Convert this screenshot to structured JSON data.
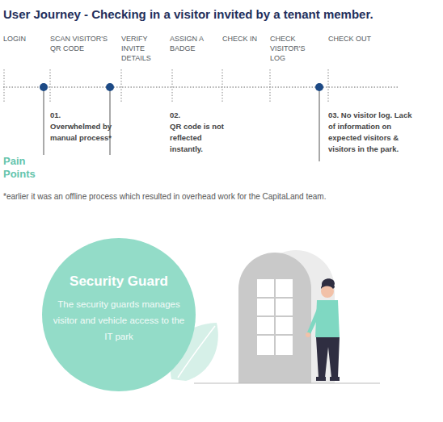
{
  "diagram": {
    "title": "User Journey - Checking in a visitor invited by a tenant member.",
    "nodes": [
      {
        "text": [
          "Security Guard",
          "The security guards manages visitor and vehicle access to the IT park"
        ]
      }
    ],
    "labels": [
      "LOGIN",
      "SCAN VISITOR'S QR CODE",
      "VERIFY INVITE DETAILS",
      "ASSIGN A BADGE",
      "CHECK IN",
      "CHECK VISITOR'S LOG",
      "CHECK OUT",
      "01.",
      "Overwhelmed by manual process*",
      "02.",
      "QR code is not reflected instantly.",
      "03. No visitor log. Lack of information on expected visitors & visitors in the park.",
      "Pain Points",
      "*earlier it was an offline process which resulted in overhead work for the CapitaLand team."
    ]
  }
}
